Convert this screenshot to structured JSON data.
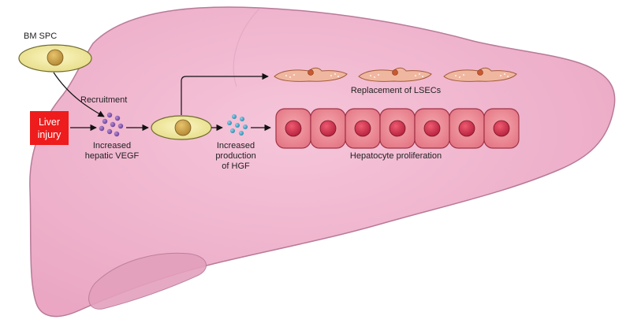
{
  "diagram": {
    "labels": {
      "bm_spc": "BM SPC",
      "recruitment": "Recruitment",
      "liver_injury_line1": "Liver",
      "liver_injury_line2": "injury",
      "vegf_line1": "Increased",
      "vegf_line2": "hepatic VEGF",
      "hgf_line1": "Increased",
      "hgf_line2": "production",
      "hgf_line3": "of HGF",
      "lsec": "Replacement of LSECs",
      "hepatocyte": "Hepatocyte proliferation"
    },
    "colors": {
      "liver_fill": "#f2b6cf",
      "liver_outline": "#b87a98",
      "injury_box": "#ee1c1c",
      "progenitor_cell": "#f1eb9c",
      "progenitor_nucleus": "#c8a24a",
      "vegf_dots": "#8a5bb0",
      "hgf_dots": "#49a6c9",
      "lsec_cell": "#f0b7a0",
      "hepatocyte_cell": "#ef8a95",
      "hepatocyte_nucleus": "#d0304c"
    },
    "counts": {
      "lsec_cells": 3,
      "hepatocytes": 7
    }
  }
}
